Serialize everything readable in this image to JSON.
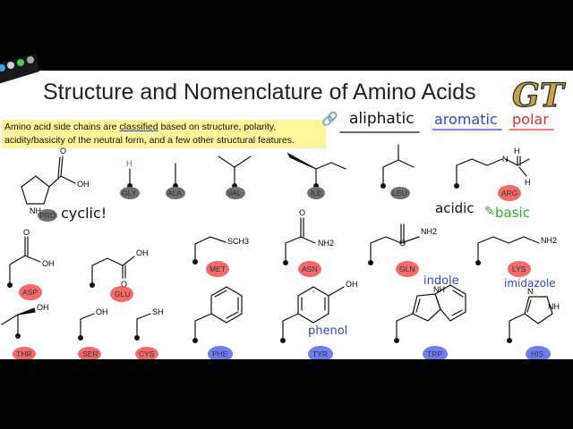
{
  "title": "Structure and Nomenclature of Amino Acids",
  "logo_text": "GT",
  "intro": {
    "before": "Amino acid side chains are ",
    "underlined": "classified",
    "after": " based on structure, polarity, acidity/basicity of the neutral form, and a few other structural features."
  },
  "categories": {
    "aliphatic": "aliphatic",
    "aromatic": "aromatic",
    "polar": "polar",
    "acidic": "acidic",
    "basic": "basic"
  },
  "notes": {
    "cyclic": "cyclic!",
    "phenol": "phenol",
    "indole": "indole",
    "imidazole": "imidazole"
  },
  "amino_acids": [
    {
      "code": "PRO",
      "group": "aliphatic"
    },
    {
      "code": "GLY",
      "group": "aliphatic"
    },
    {
      "code": "ALA",
      "group": "aliphatic"
    },
    {
      "code": "VAL",
      "group": "aliphatic"
    },
    {
      "code": "ILE",
      "group": "aliphatic"
    },
    {
      "code": "LEU",
      "group": "aliphatic"
    },
    {
      "code": "ARG",
      "group": "polar"
    },
    {
      "code": "ASP",
      "group": "polar"
    },
    {
      "code": "GLU",
      "group": "polar"
    },
    {
      "code": "MET",
      "group": "polar"
    },
    {
      "code": "ASN",
      "group": "polar"
    },
    {
      "code": "GLN",
      "group": "polar"
    },
    {
      "code": "LYS",
      "group": "polar"
    },
    {
      "code": "THR",
      "group": "polar"
    },
    {
      "code": "SER",
      "group": "polar"
    },
    {
      "code": "CYS",
      "group": "polar"
    },
    {
      "code": "PHE",
      "group": "aromatic"
    },
    {
      "code": "TYR",
      "group": "aromatic"
    },
    {
      "code": "TRP",
      "group": "aromatic"
    },
    {
      "code": "HIS",
      "group": "aromatic"
    }
  ],
  "atom_labels": {
    "oh": "OH",
    "nh": "NH",
    "h": "H",
    "o": "O",
    "n": "N",
    "nh2": "NH2",
    "sch3": "SCH3",
    "nh_indole": "NH",
    "nh_his": "NH",
    "n_his": "N",
    "h_arg": "H",
    "hn_arg": "H"
  },
  "colors": {
    "aliphatic": "#707070",
    "polar": "#f26a6a",
    "aromatic": "#6f7df0",
    "acidic": "#111111",
    "basic": "#2bb52b",
    "highlight": "#fff59a",
    "brand_gold": "#c6a24a"
  }
}
